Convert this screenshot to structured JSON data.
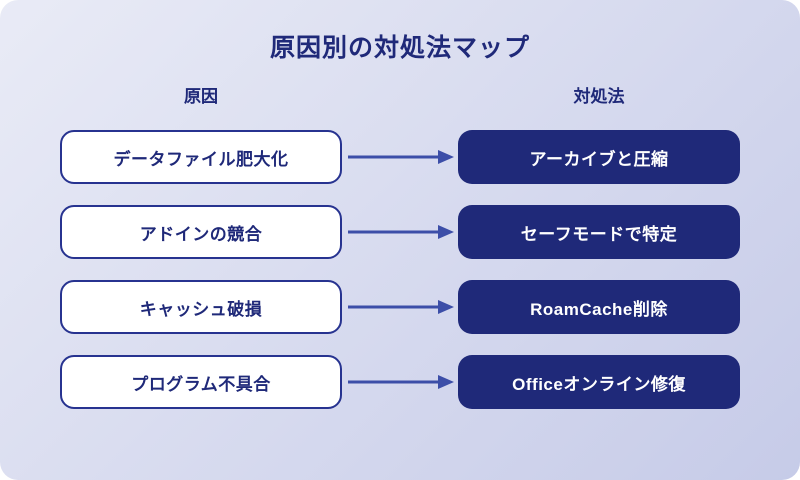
{
  "title": "原因別の対処法マップ",
  "columns": {
    "cause_label": "原因",
    "remedy_label": "対処法"
  },
  "rows": [
    {
      "cause": "データファイル肥大化",
      "remedy": "アーカイブと圧縮"
    },
    {
      "cause": "アドインの競合",
      "remedy": "セーフモードで特定"
    },
    {
      "cause": "キャッシュ破損",
      "remedy": "RoamCache削除"
    },
    {
      "cause": "プログラム不具合",
      "remedy": "Officeオンライン修復"
    }
  ],
  "icons": {
    "arrow": "arrow-right-icon"
  },
  "theme": {
    "background_gradient_start": "#e9ebf6",
    "background_gradient_end": "#c6cbe8",
    "navy": "#1f2979",
    "box_border": "#273390",
    "arrow_color": "#3c4ea8",
    "text_on_navy": "#ffffff"
  }
}
